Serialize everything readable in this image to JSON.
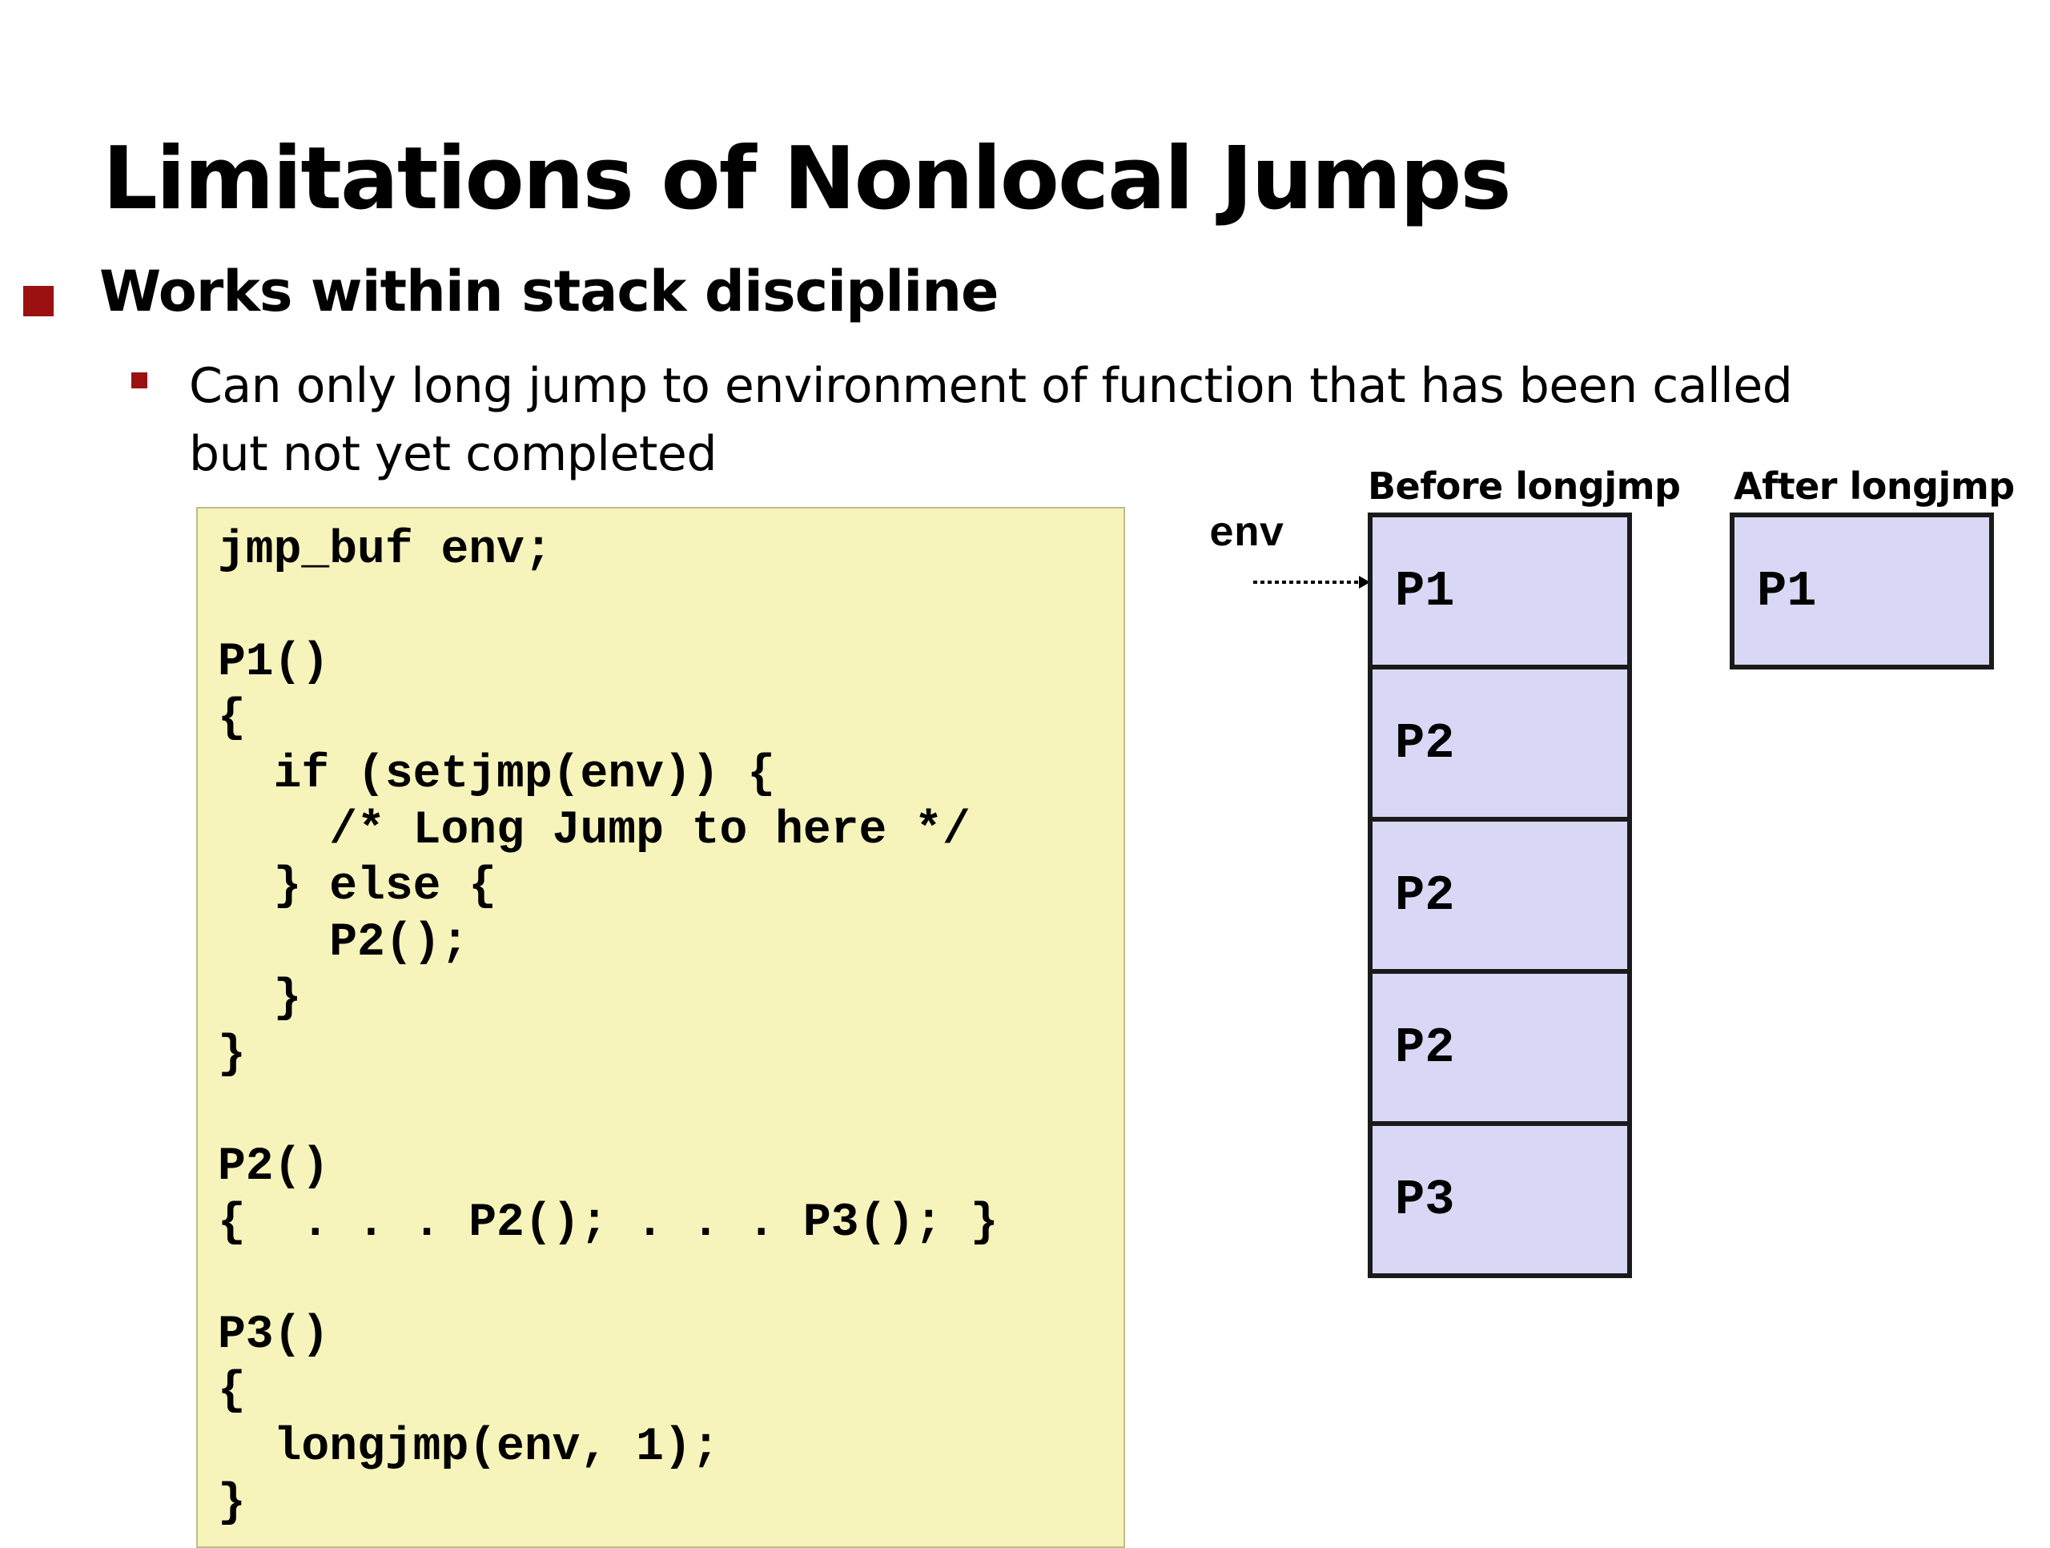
{
  "slide": {
    "title": "Limitations of Nonlocal Jumps",
    "bullet1": "Works within stack discipline",
    "bullet2": "Can only long jump to environment of function that has been called but not yet completed"
  },
  "code": "jmp_buf env;\n\nP1()\n{\n  if (setjmp(env)) {\n    /* Long Jump to here */\n  } else {\n    P2();\n  }\n}\n\nP2()\n{  . . . P2(); . . . P3(); }\n\nP3()\n{\n  longjmp(env, 1);\n}",
  "diagram": {
    "before_label": "Before longjmp",
    "after_label": "After longjmp",
    "env_label": "env",
    "before_frames": [
      "P1",
      "P2",
      "P2",
      "P2",
      "P3"
    ],
    "after_frames": [
      "P1"
    ],
    "colors": {
      "frame_fill": "#d8d8f6",
      "code_bg": "#f6f4ba",
      "bullet": "#9b1111"
    }
  }
}
